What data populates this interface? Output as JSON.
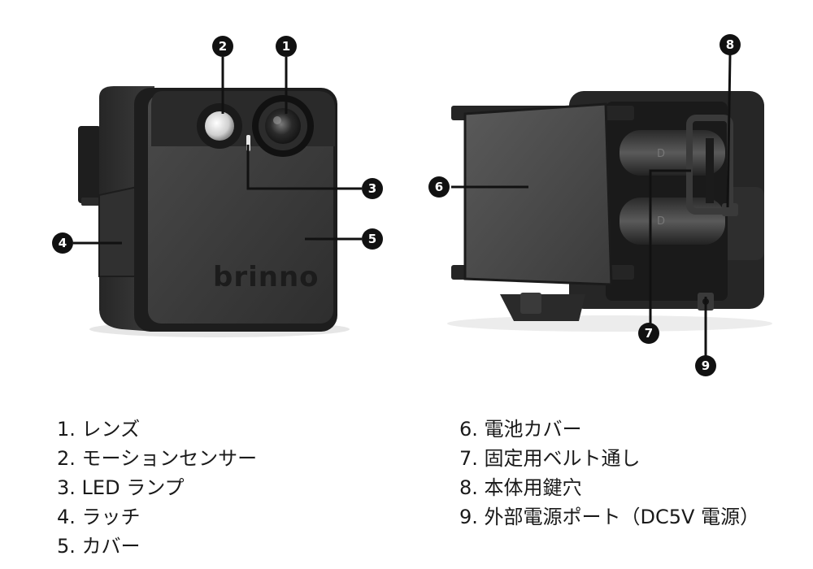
{
  "brand_logo": "brinno",
  "battery_label": "D",
  "callouts": [
    {
      "num": "1",
      "label": "レンズ"
    },
    {
      "num": "2",
      "label": "モーションセンサー"
    },
    {
      "num": "3",
      "label": "LED ランプ"
    },
    {
      "num": "4",
      "label": "ラッチ"
    },
    {
      "num": "5",
      "label": "カバー"
    },
    {
      "num": "6",
      "label": "電池カバー"
    },
    {
      "num": "7",
      "label": "固定用ベルト通し"
    },
    {
      "num": "8",
      "label": "本体用鍵穴"
    },
    {
      "num": "9",
      "label": "外部電源ポート（DC5V 電源）"
    }
  ],
  "colors": {
    "body_dark": "#2a2a2a",
    "body_mid": "#3a3a3a",
    "marker": "#111111"
  }
}
